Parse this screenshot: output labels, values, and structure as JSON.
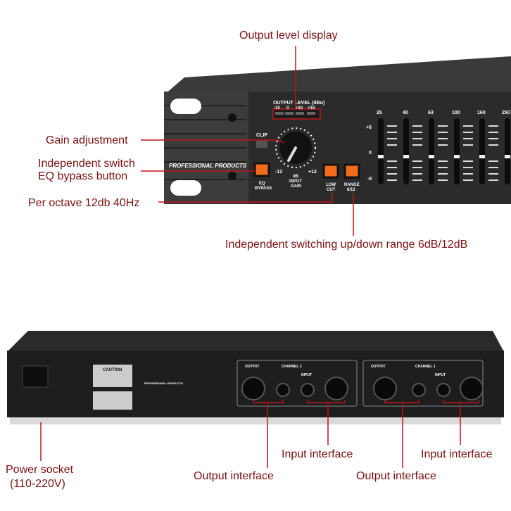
{
  "annotations": {
    "output_level_display": "Output level display",
    "gain_adjustment": "Gain adjustment",
    "independent_switch": "Independent switch",
    "eq_bypass_button": "EQ bypass button",
    "per_octave": "Per octave 12db 40Hz",
    "range_switch": "Independent switching up/down range 6dB/12dB",
    "power_socket": "Power socket",
    "power_voltage": "(110-220V)",
    "input_interface_ch2": "Input interface",
    "input_interface_ch1": "Input interface",
    "output_interface_ch2": "Output interface",
    "output_interface_ch1": "Output interface"
  },
  "front_panel": {
    "output_level_title": "OUTPUT LEVEL (dBu)",
    "meter_scale": [
      "-10",
      "0",
      "+10",
      "+18"
    ],
    "clip": "CLIP",
    "brand": "PROFESSIONAL PRODUCTS",
    "gain_min": "-12",
    "gain_max": "+12",
    "gain_unit": "dB",
    "gain_label_1": "INPUT",
    "gain_label_2": "GAIN",
    "eq_label_1": "EQ",
    "eq_label_2": "BYPASS",
    "lowcut_label_1": "LOW",
    "lowcut_label_2": "CUT",
    "range_label_1": "RANGE",
    "range_label_2": "6/12",
    "eq_bands": [
      "25",
      "40",
      "63",
      "100",
      "160",
      "250"
    ],
    "eq_scale": [
      "+6",
      "0",
      "-6"
    ]
  },
  "rear_panel": {
    "caution": "CAUTION",
    "brand": "PROFESSIONAL PRODUCTS",
    "channel_2": "CHANNEL 2",
    "channel_1": "CHANNEL 1",
    "output": "OUTPUT",
    "input": "INPUT"
  },
  "colors": {
    "annotation": "#7a1010",
    "line": "#c0141e",
    "button": "#f26a1b"
  }
}
